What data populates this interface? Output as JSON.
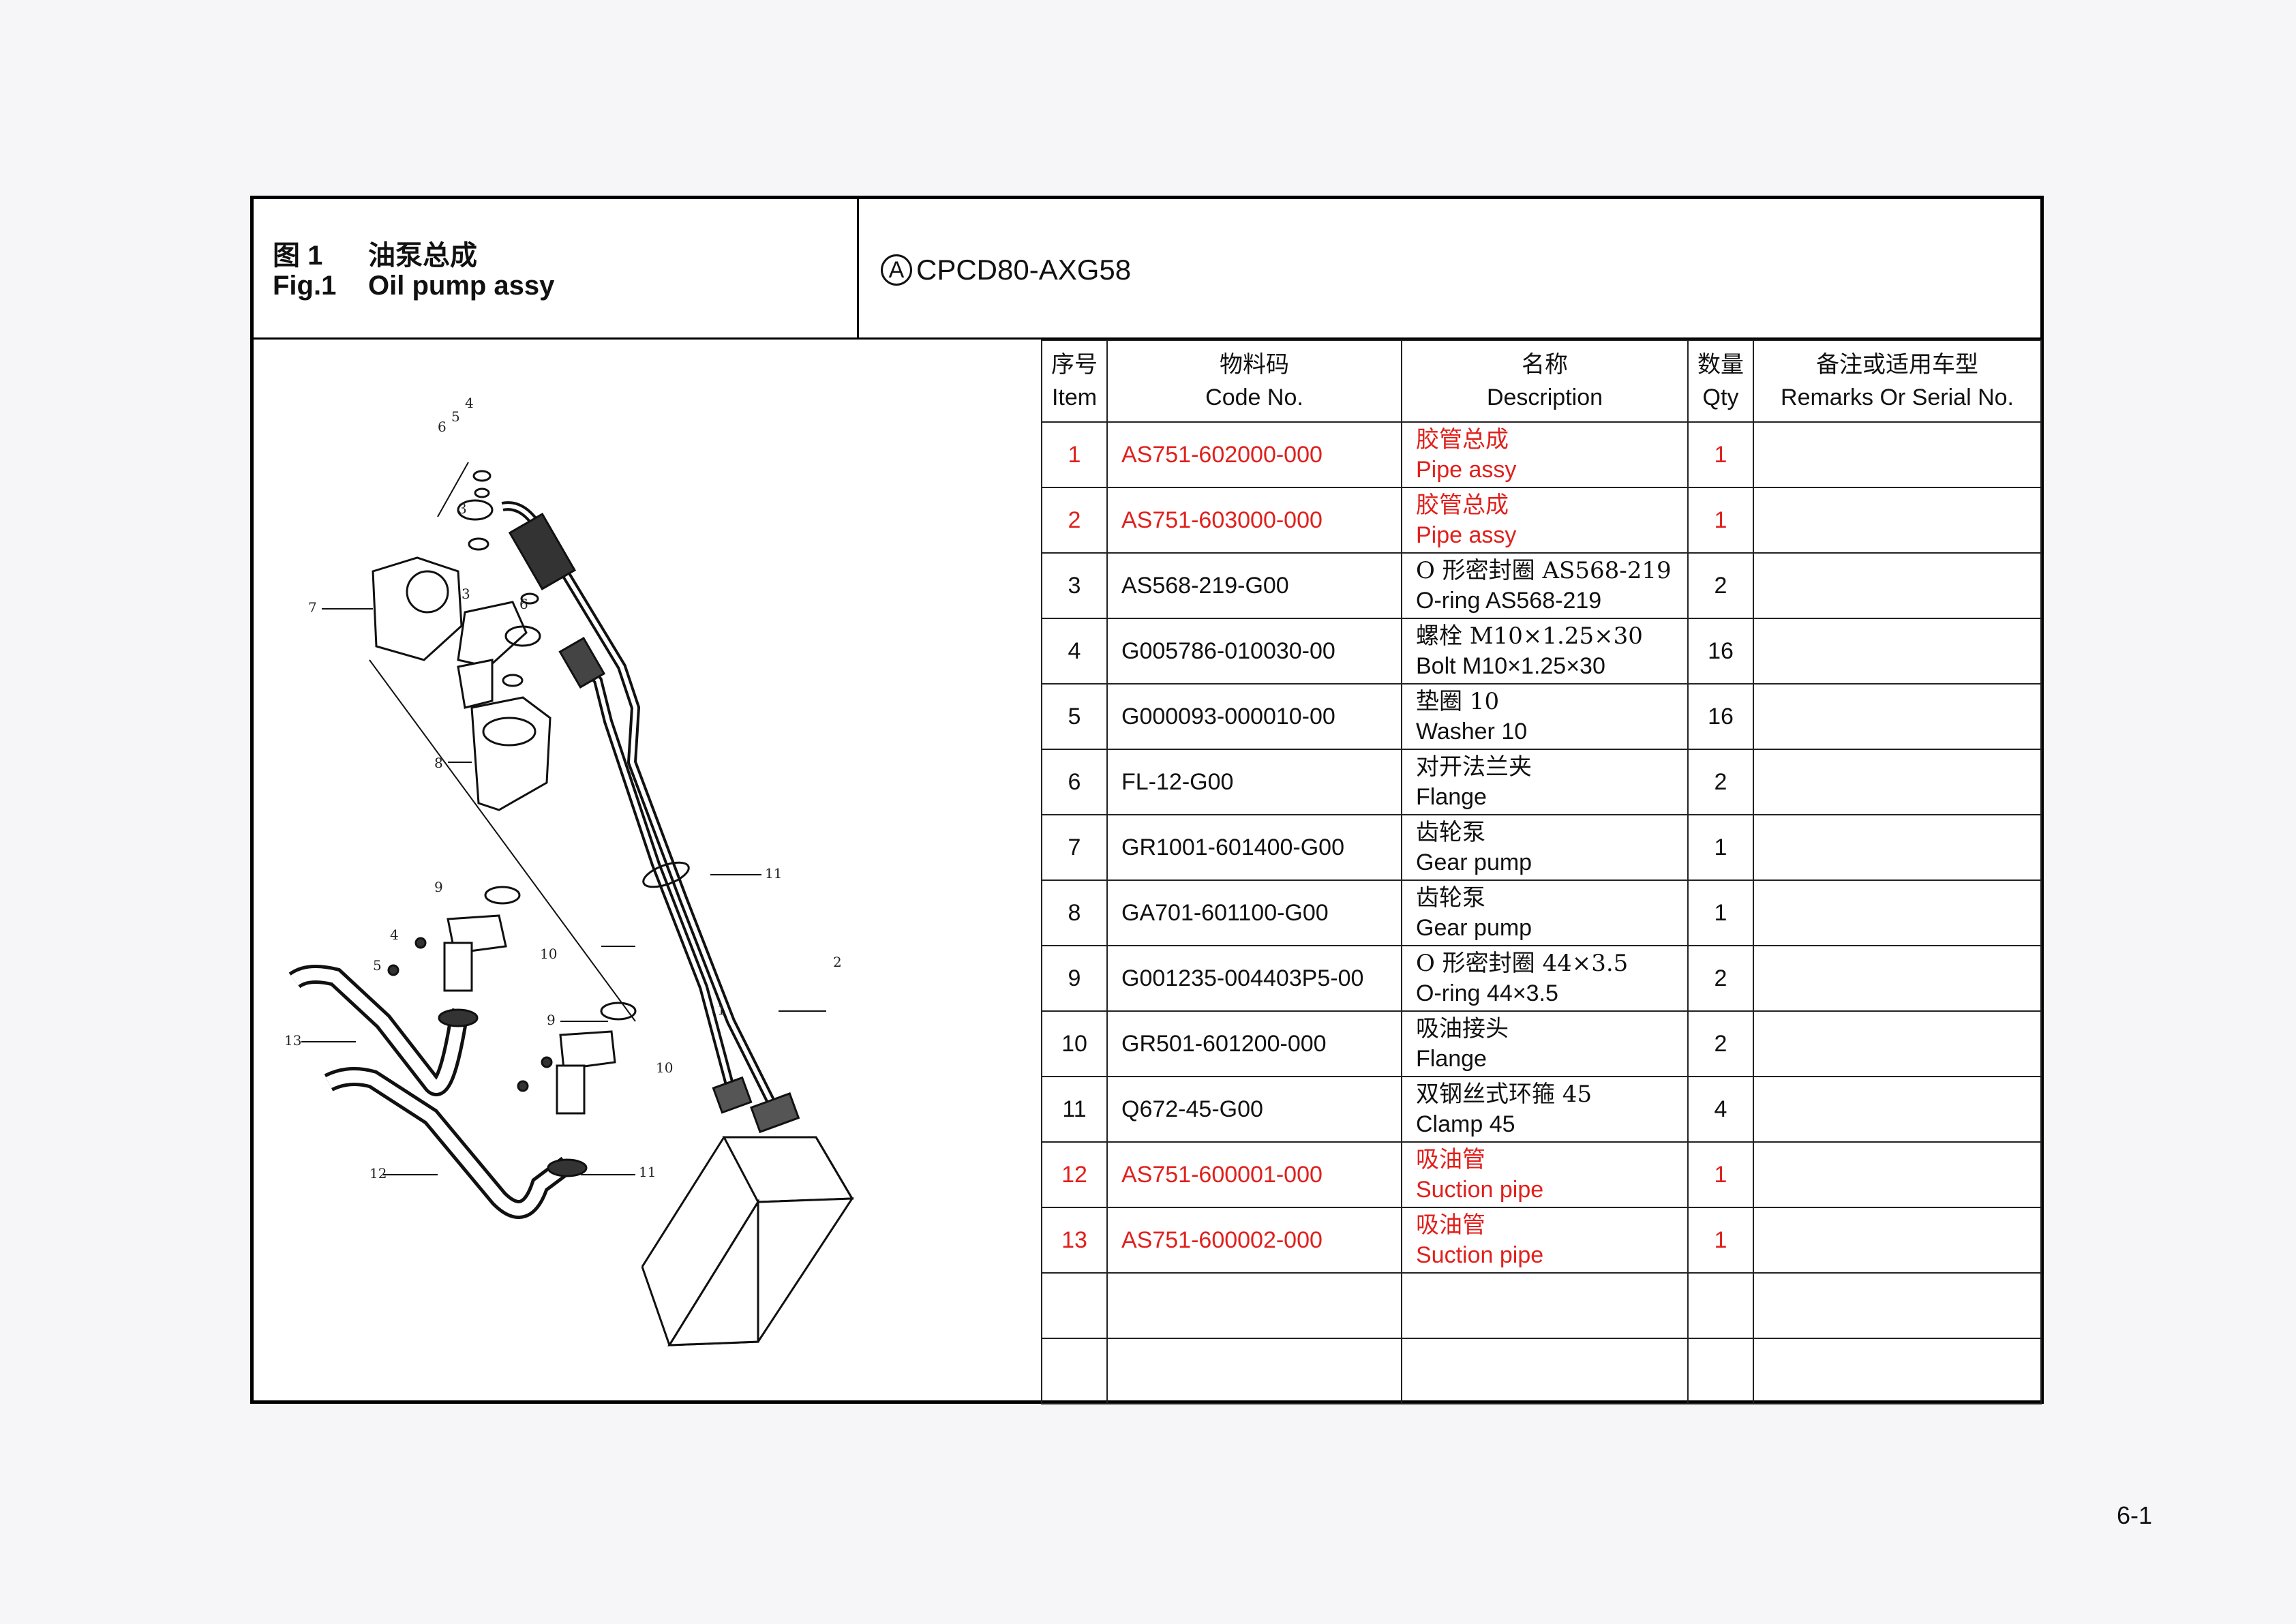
{
  "header": {
    "fig_cn_num": "图 1",
    "fig_cn_title": "油泵总成",
    "fig_en_num": "Fig.1",
    "fig_en_title": "Oil pump assy",
    "model_mark": "A",
    "model": "CPCD80-AXG58"
  },
  "columns": {
    "item_cn": "序号",
    "item_en": "Item",
    "code_cn": "物料码",
    "code_en": "Code No.",
    "desc_cn": "名称",
    "desc_en": "Description",
    "qty_cn": "数量",
    "qty_en": "Qty",
    "remarks_cn": "备注或适用车型",
    "remarks_en": "Remarks Or Serial No."
  },
  "rows": [
    {
      "item": "1",
      "code": "AS751-602000-000",
      "desc_cn": "胶管总成",
      "desc_en": "Pipe assy",
      "qty": "1",
      "remarks": ""
    },
    {
      "item": "2",
      "code": "AS751-603000-000",
      "desc_cn": "胶管总成",
      "desc_en": "Pipe assy",
      "qty": "1",
      "remarks": ""
    },
    {
      "item": "3",
      "code": "AS568-219-G00",
      "desc_cn": "O 形密封圈 AS568-219",
      "desc_en": "O-ring AS568-219",
      "qty": "2",
      "remarks": ""
    },
    {
      "item": "4",
      "code": "G005786-010030-00",
      "desc_cn": "螺栓 M10×1.25×30",
      "desc_en": "Bolt M10×1.25×30",
      "qty": "16",
      "remarks": ""
    },
    {
      "item": "5",
      "code": "G000093-000010-00",
      "desc_cn": "垫圈 10",
      "desc_en": "Washer 10",
      "qty": "16",
      "remarks": ""
    },
    {
      "item": "6",
      "code": "FL-12-G00",
      "desc_cn": "对开法兰夹",
      "desc_en": "Flange",
      "qty": "2",
      "remarks": ""
    },
    {
      "item": "7",
      "code": "GR1001-601400-G00",
      "desc_cn": "齿轮泵",
      "desc_en": "Gear pump",
      "qty": "1",
      "remarks": ""
    },
    {
      "item": "8",
      "code": "GA701-601100-G00",
      "desc_cn": "齿轮泵",
      "desc_en": "Gear pump",
      "qty": "1",
      "remarks": ""
    },
    {
      "item": "9",
      "code": "G001235-004403P5-00",
      "desc_cn": "O 形密封圈 44×3.5",
      "desc_en": "O-ring 44×3.5",
      "qty": "2",
      "remarks": ""
    },
    {
      "item": "10",
      "code": "GR501-601200-000",
      "desc_cn": "吸油接头",
      "desc_en": "Flange",
      "qty": "2",
      "remarks": ""
    },
    {
      "item": "11",
      "code": "Q672-45-G00",
      "desc_cn": "双钢丝式环箍 45",
      "desc_en": "Clamp 45",
      "qty": "4",
      "remarks": ""
    },
    {
      "item": "12",
      "code": "AS751-600001-000",
      "desc_cn": "吸油管",
      "desc_en": "Suction pipe",
      "qty": "1",
      "remarks": ""
    },
    {
      "item": "13",
      "code": "AS751-600002-000",
      "desc_cn": "吸油管",
      "desc_en": "Suction pipe",
      "qty": "1",
      "remarks": ""
    },
    {
      "item": "",
      "code": "",
      "desc_cn": "",
      "desc_en": "",
      "qty": "",
      "remarks": ""
    },
    {
      "item": "",
      "code": "",
      "desc_cn": "",
      "desc_en": "",
      "qty": "",
      "remarks": ""
    }
  ],
  "highlight_rows": [
    0,
    1,
    11,
    12
  ],
  "highlight_color": "#e0201c",
  "drawing_labels": [
    "1",
    "2",
    "3",
    "4",
    "5",
    "6",
    "7",
    "8",
    "9",
    "10",
    "11",
    "12",
    "13"
  ],
  "page_number": "6-1"
}
